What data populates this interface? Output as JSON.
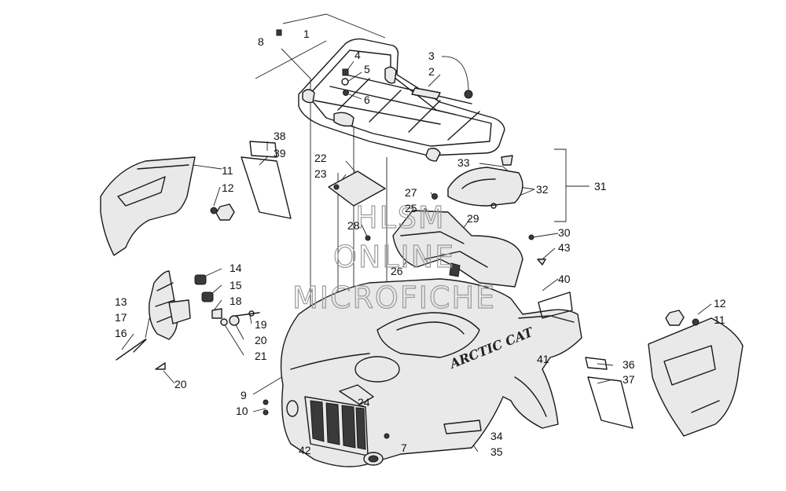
{
  "watermark": {
    "line1": "HLSM",
    "line2": "ONLINE",
    "line3": "MICROFICHE"
  },
  "brand_logo": "ARCTIC CAT",
  "callouts": [
    {
      "id": "c1",
      "label": "1"
    },
    {
      "id": "c2",
      "label": "2"
    },
    {
      "id": "c3",
      "label": "3"
    },
    {
      "id": "c4",
      "label": "4"
    },
    {
      "id": "c5",
      "label": "5"
    },
    {
      "id": "c6",
      "label": "6"
    },
    {
      "id": "c7",
      "label": "7"
    },
    {
      "id": "c8",
      "label": "8"
    },
    {
      "id": "c9",
      "label": "9"
    },
    {
      "id": "c10",
      "label": "10"
    },
    {
      "id": "c11a",
      "label": "11"
    },
    {
      "id": "c11b",
      "label": "11"
    },
    {
      "id": "c12a",
      "label": "12"
    },
    {
      "id": "c12b",
      "label": "12"
    },
    {
      "id": "c13",
      "label": "13"
    },
    {
      "id": "c14",
      "label": "14"
    },
    {
      "id": "c15",
      "label": "15"
    },
    {
      "id": "c16",
      "label": "16"
    },
    {
      "id": "c17",
      "label": "17"
    },
    {
      "id": "c18",
      "label": "18"
    },
    {
      "id": "c19",
      "label": "19"
    },
    {
      "id": "c20a",
      "label": "20"
    },
    {
      "id": "c20b",
      "label": "20"
    },
    {
      "id": "c21",
      "label": "21"
    },
    {
      "id": "c22",
      "label": "22"
    },
    {
      "id": "c23",
      "label": "23"
    },
    {
      "id": "c24",
      "label": "24"
    },
    {
      "id": "c25",
      "label": "25"
    },
    {
      "id": "c26",
      "label": "26"
    },
    {
      "id": "c27",
      "label": "27"
    },
    {
      "id": "c28",
      "label": "28"
    },
    {
      "id": "c29",
      "label": "29"
    },
    {
      "id": "c30",
      "label": "30"
    },
    {
      "id": "c31",
      "label": "31"
    },
    {
      "id": "c32",
      "label": "32"
    },
    {
      "id": "c33",
      "label": "33"
    },
    {
      "id": "c34",
      "label": "34"
    },
    {
      "id": "c35",
      "label": "35"
    },
    {
      "id": "c36",
      "label": "36"
    },
    {
      "id": "c37",
      "label": "37"
    },
    {
      "id": "c38",
      "label": "38"
    },
    {
      "id": "c39",
      "label": "39"
    },
    {
      "id": "c40",
      "label": "40"
    },
    {
      "id": "c41",
      "label": "41"
    },
    {
      "id": "c42",
      "label": "42"
    },
    {
      "id": "c43",
      "label": "43"
    }
  ]
}
